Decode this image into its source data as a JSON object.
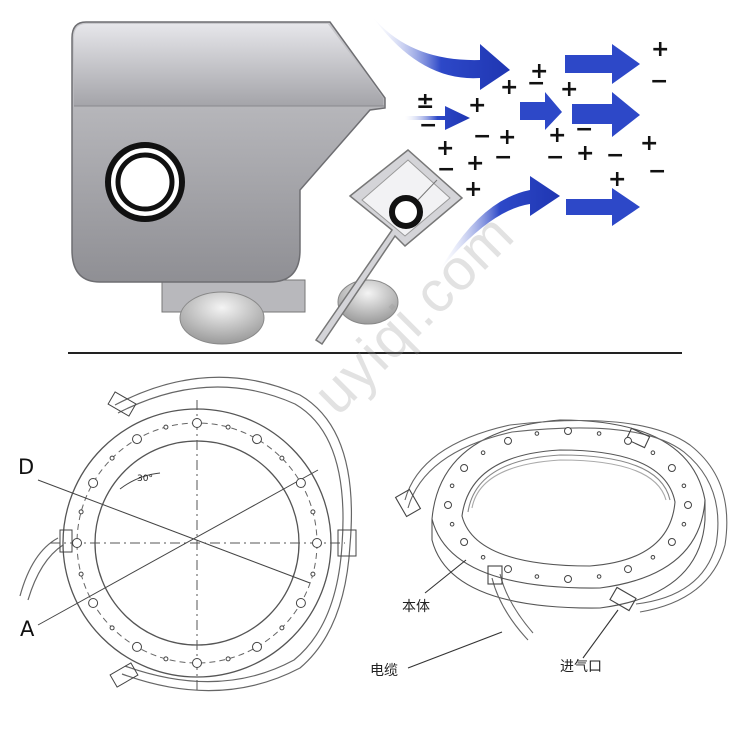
{
  "top_panel": {
    "charges": {
      "plus": "+",
      "minus": "−",
      "plus_minus": "±"
    }
  },
  "left_drawing": {
    "label_d": "D",
    "label_a": "A",
    "angle_label": "30°"
  },
  "right_drawing": {
    "label_body": "本体",
    "label_cable": "电缆",
    "label_air_inlet": "进气口"
  },
  "watermark": "uyiqi.com",
  "colors": {
    "arrow_blue": "#2d48c8",
    "housing_gray": "#a9a9ad",
    "line": "#555555"
  }
}
